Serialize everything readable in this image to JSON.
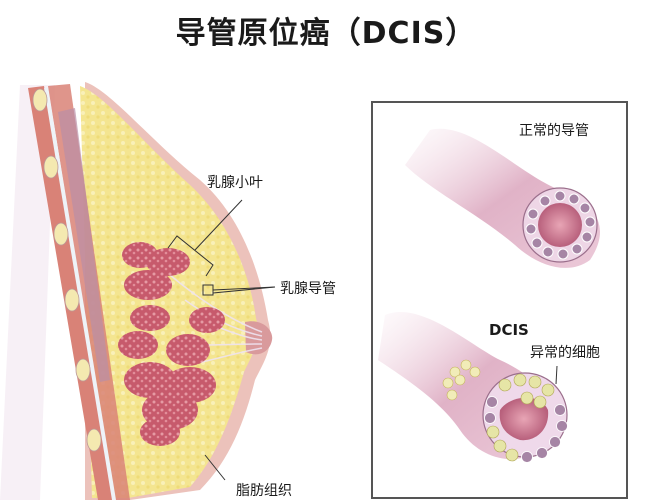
{
  "title": "导管原位癌（DCIS）",
  "breast_diagram": {
    "labels": {
      "lobule": "乳腺小叶",
      "duct": "乳腺导管",
      "fat": "脂肪组织"
    }
  },
  "duct_panel": {
    "normal_label": "正常的导管",
    "dcis_label": "DCIS",
    "abnormal_label": "异常的细胞"
  },
  "colors": {
    "fat_yellow": "#f3e48a",
    "lobule_pink": "#c9606e",
    "muscle_red": "#d98277",
    "skin": "#f5d6d0",
    "duct_pink": "#dda9c0",
    "frame": "#555555"
  }
}
